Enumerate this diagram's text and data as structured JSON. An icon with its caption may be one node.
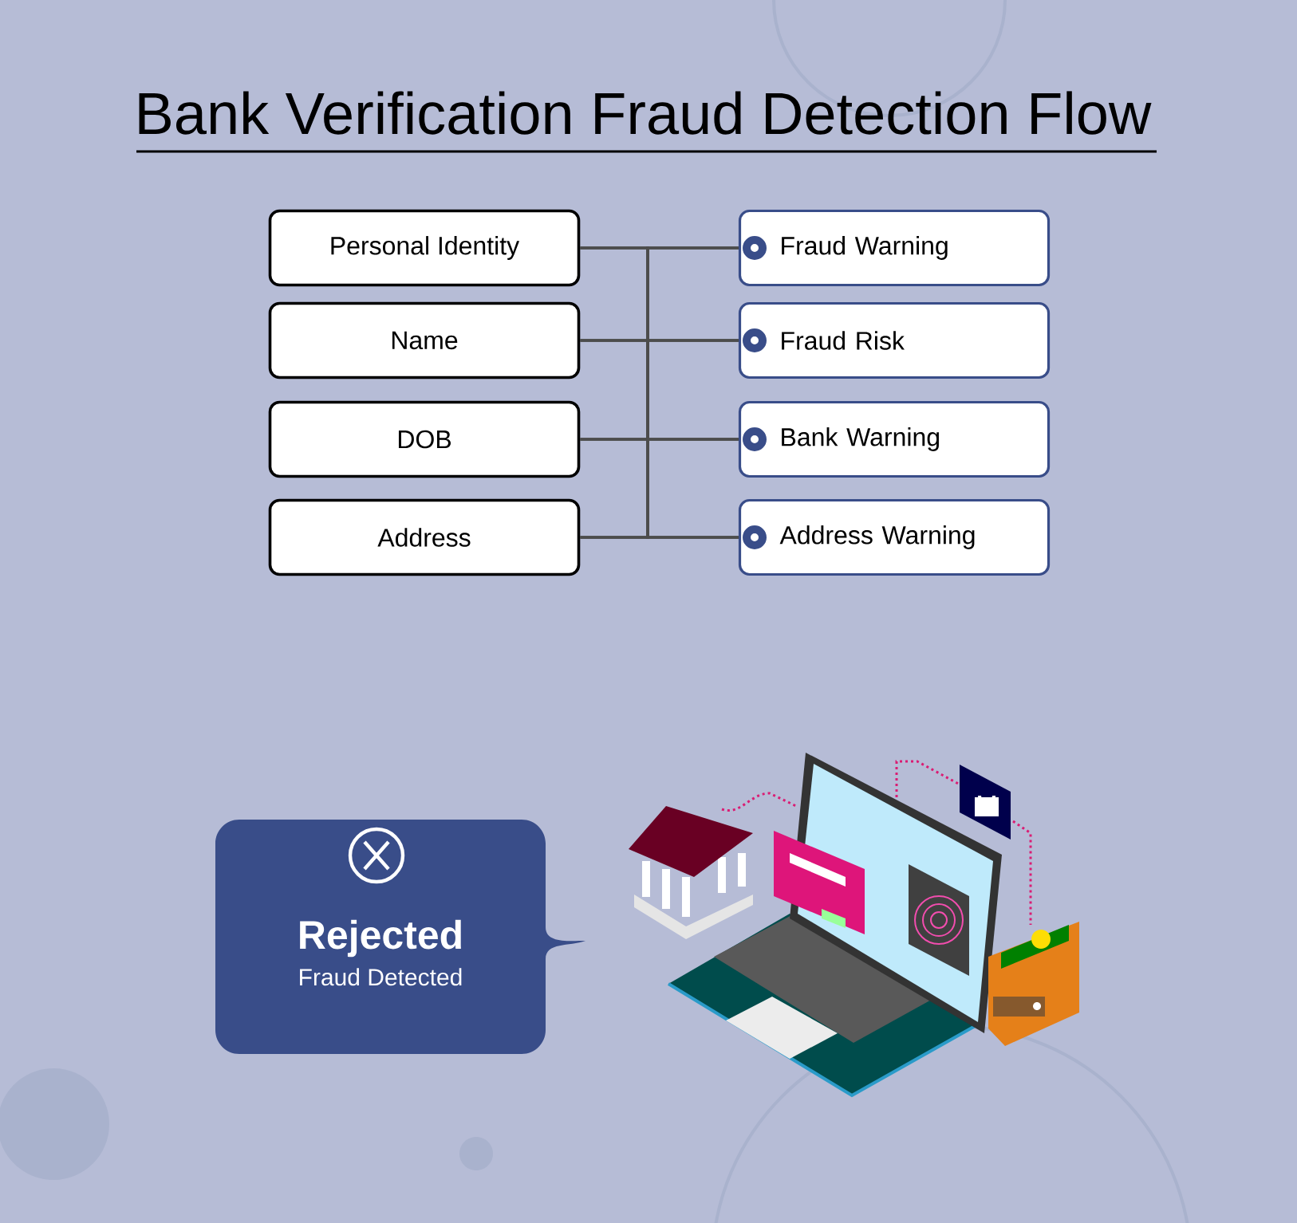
{
  "diagram": {
    "title": "Bank Verification Fraud Detection Flow",
    "nodes": [
      {
        "text": [
          "Personal Identity"
        ]
      },
      {
        "text": [
          "Name"
        ]
      },
      {
        "text": [
          "DOB"
        ]
      },
      {
        "text": [
          "Address"
        ]
      },
      {
        "text": [
          "Fraud Warning"
        ]
      },
      {
        "text": [
          "Fraud Risk"
        ]
      },
      {
        "text": [
          "Bank Warning"
        ]
      },
      {
        "text": [
          "Address Warning"
        ]
      },
      {
        "text": [
          "Rejected",
          "Fraud Detected"
        ]
      }
    ],
    "edges": [
      {
        "from": 0,
        "to": 4,
        "arrow": "none"
      },
      {
        "from": 0,
        "to": 5,
        "arrow": "none"
      },
      {
        "from": 0,
        "to": 6,
        "arrow": "none"
      },
      {
        "from": 0,
        "to": 7,
        "arrow": "none"
      },
      {
        "from": 1,
        "to": 4,
        "arrow": "none"
      },
      {
        "from": 1,
        "to": 5,
        "arrow": "none"
      },
      {
        "from": 1,
        "to": 6,
        "arrow": "none"
      },
      {
        "from": 1,
        "to": 7,
        "arrow": "none"
      },
      {
        "from": 2,
        "to": 4,
        "arrow": "none"
      },
      {
        "from": 2,
        "to": 5,
        "arrow": "none"
      },
      {
        "from": 2,
        "to": 6,
        "arrow": "none"
      },
      {
        "from": 2,
        "to": 7,
        "arrow": "none"
      },
      {
        "from": 3,
        "to": 4,
        "arrow": "none"
      },
      {
        "from": 3,
        "to": 5,
        "arrow": "none"
      },
      {
        "from": 3,
        "to": 6,
        "arrow": "none"
      },
      {
        "from": 3,
        "to": 7,
        "arrow": "none"
      }
    ]
  }
}
